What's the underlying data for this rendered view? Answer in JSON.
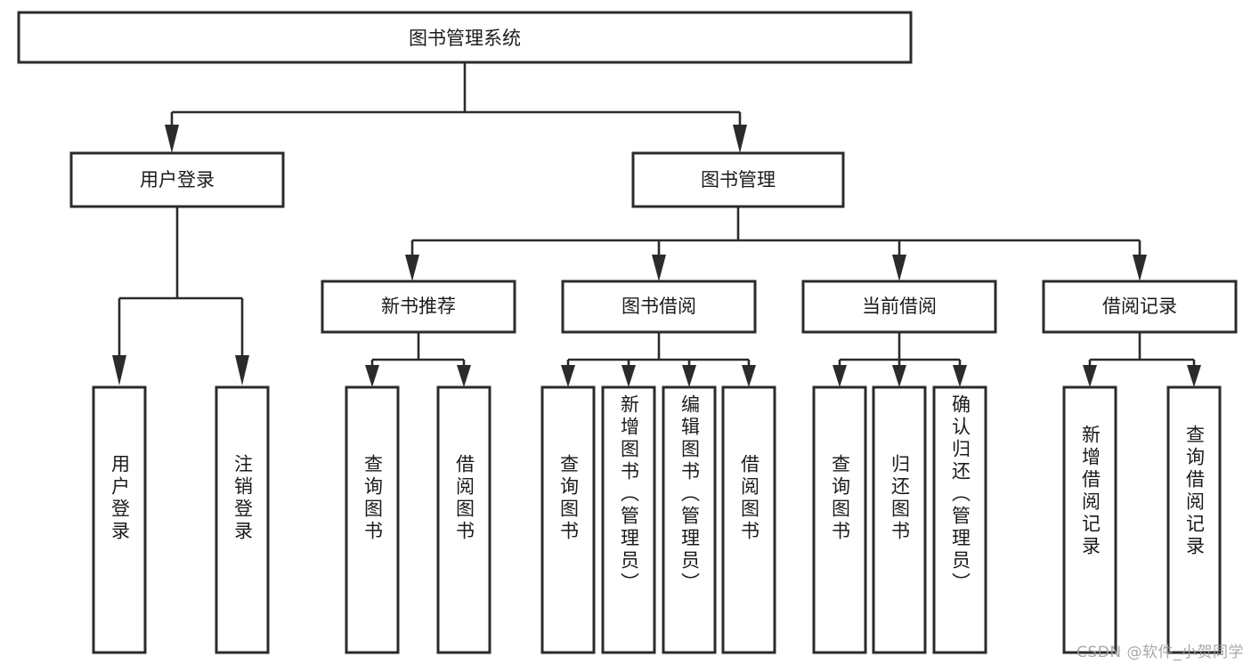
{
  "diagram": {
    "type": "tree-hierarchy-diagram",
    "title": "图书管理系统",
    "colors": {
      "background": "#ffffff",
      "box_border": "#2b2b2b",
      "box_fill": "#ffffff",
      "connector": "#2b2b2b",
      "text": "#1b1b1b",
      "watermark": "#9a9a9a"
    },
    "root": {
      "label": "图书管理系统"
    },
    "level2": [
      {
        "label": "用户登录"
      },
      {
        "label": "图书管理"
      }
    ],
    "level3": [
      {
        "label": "新书推荐"
      },
      {
        "label": "图书借阅"
      },
      {
        "label": "当前借阅"
      },
      {
        "label": "借阅记录"
      }
    ],
    "leaves": {
      "user_login": [
        {
          "label": "用户登录"
        },
        {
          "label": "注销登录"
        }
      ],
      "new_book_recommend": [
        {
          "label": "查询图书"
        },
        {
          "label": "借阅图书"
        }
      ],
      "book_borrow": [
        {
          "label": "查询图书"
        },
        {
          "label": "新增图书（管理员）"
        },
        {
          "label": "编辑图书（管理员）"
        },
        {
          "label": "借阅图书"
        }
      ],
      "current_borrow": [
        {
          "label": "查询图书"
        },
        {
          "label": "归还图书"
        },
        {
          "label": "确认归还（管理员）"
        }
      ],
      "borrow_record": [
        {
          "label": "新增借阅记录"
        },
        {
          "label": "查询借阅记录"
        }
      ]
    }
  },
  "watermark": {
    "text": "CSDN @软件_小贺同学"
  }
}
